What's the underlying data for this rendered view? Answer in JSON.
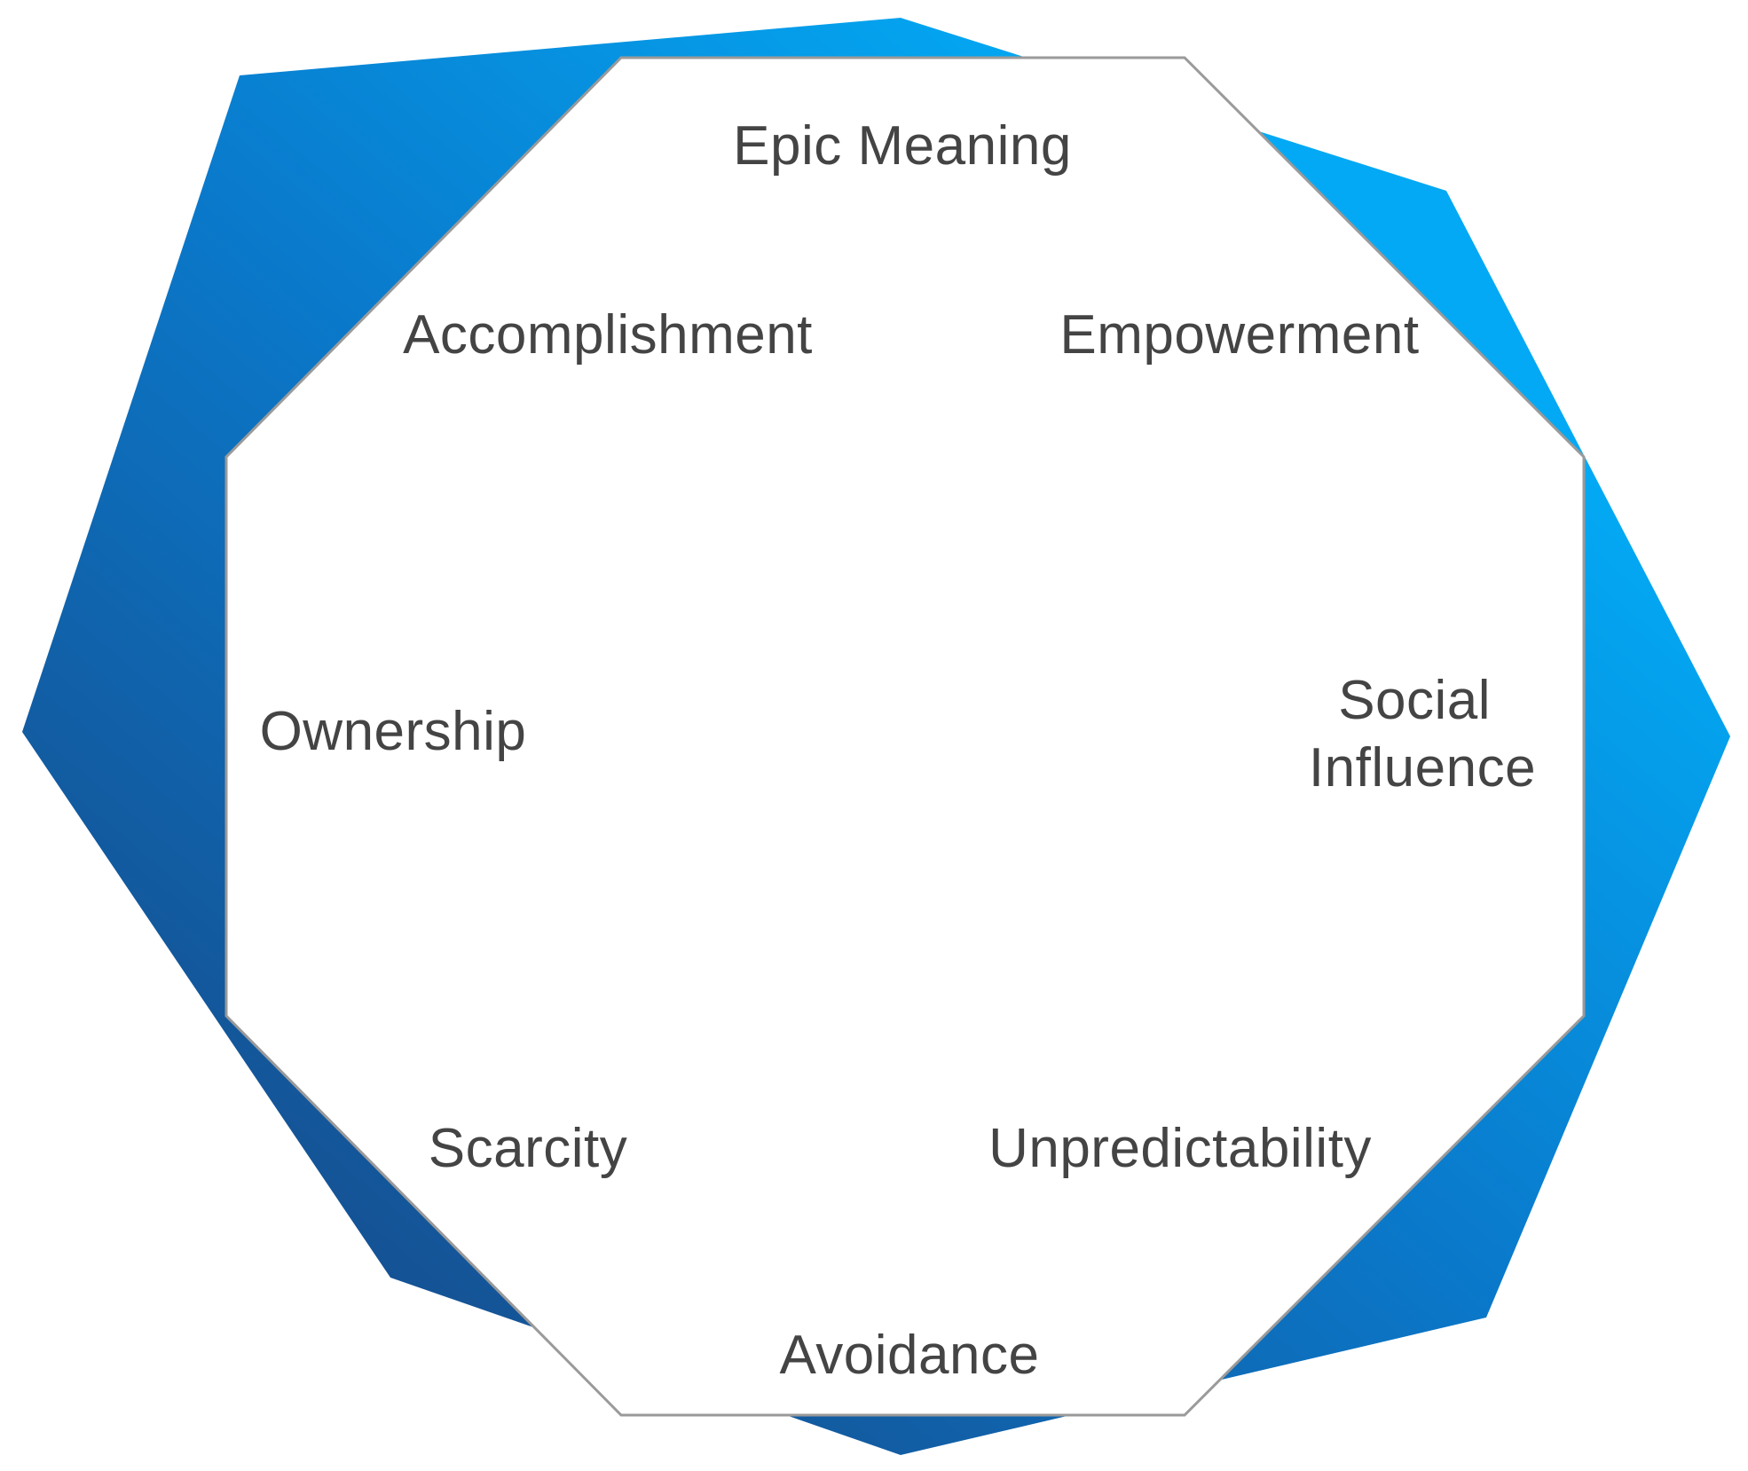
{
  "diagram": {
    "colors": {
      "gradient_light": "#03A9F4",
      "gradient_mid": "#0A7ACC",
      "gradient_dark": "#1A3E78",
      "inner_fill": "#FFFFFF",
      "inner_stroke": "#9A9A9A",
      "label_color": "#444444"
    },
    "drives": [
      {
        "id": "epic-meaning",
        "lines": [
          "Epic Meaning"
        ]
      },
      {
        "id": "empowerment",
        "lines": [
          "Empowerment"
        ]
      },
      {
        "id": "social-influence",
        "lines": [
          "Social",
          "Influence"
        ]
      },
      {
        "id": "unpredictability",
        "lines": [
          "Unpredictability"
        ]
      },
      {
        "id": "avoidance",
        "lines": [
          "Avoidance"
        ]
      },
      {
        "id": "scarcity",
        "lines": [
          "Scarcity"
        ]
      },
      {
        "id": "ownership",
        "lines": [
          "Ownership"
        ]
      },
      {
        "id": "accomplishment",
        "lines": [
          "Accomplishment"
        ]
      }
    ]
  }
}
